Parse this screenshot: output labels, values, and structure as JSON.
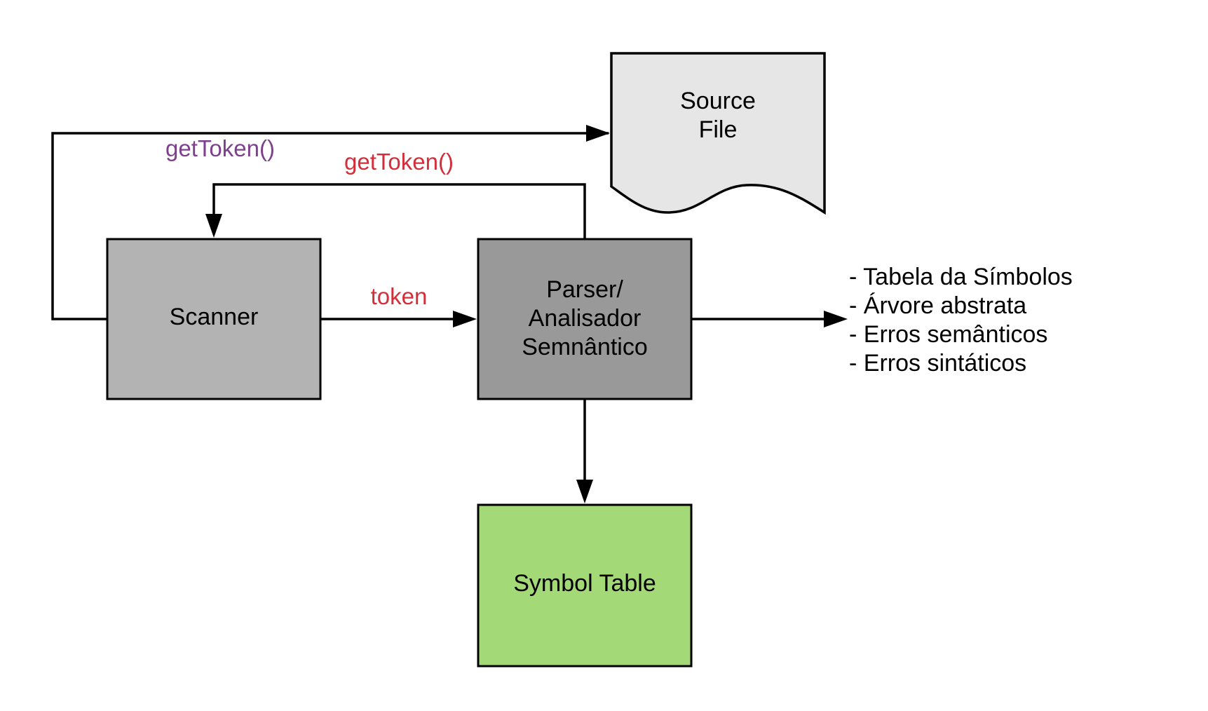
{
  "nodes": {
    "source_file": {
      "line1": "Source",
      "line2": "File",
      "fill": "#e6e6e6"
    },
    "scanner": {
      "label": "Scanner",
      "fill": "#b3b3b3"
    },
    "parser": {
      "line1": "Parser/",
      "line2": "Analisador",
      "line3": "Semnântico",
      "fill": "#999999"
    },
    "symbol_table": {
      "label": "Symbol Table",
      "fill": "#a3d977"
    }
  },
  "edges": {
    "scanner_to_source": {
      "label": "getToken()",
      "color": "#7f3f8f"
    },
    "parser_to_scanner": {
      "label": "getToken()",
      "color": "#d32f3a"
    },
    "scanner_to_parser": {
      "label": "token",
      "color": "#d32f3a"
    }
  },
  "outputs": [
    "- Tabela da Símbolos",
    "- Árvore abstrata",
    "- Erros semânticos",
    "- Erros sintáticos"
  ]
}
